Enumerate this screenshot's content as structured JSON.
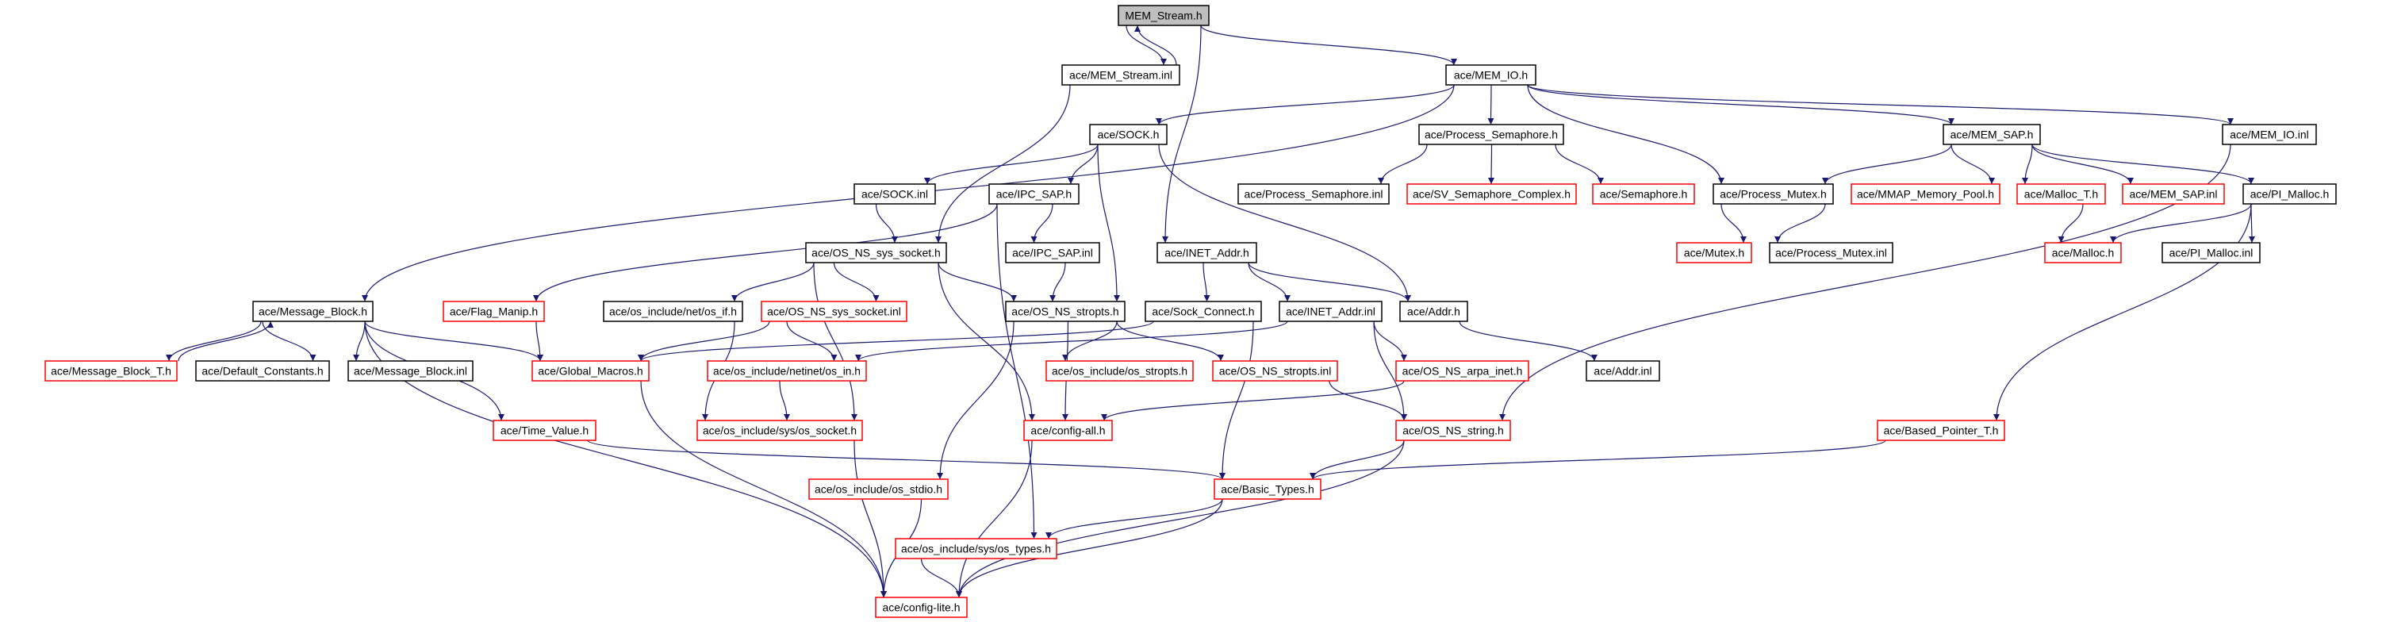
{
  "graph": {
    "edge_color": "#191970",
    "missing_border_color": "#ff0000",
    "root_fill": "#bfbfbf",
    "nodes": [
      {
        "id": "mem_stream_h",
        "label": "MEM_Stream.h",
        "kind": "root"
      },
      {
        "id": "mem_stream_inl",
        "label": "ace/MEM_Stream.inl",
        "kind": "normal"
      },
      {
        "id": "mem_io_h",
        "label": "ace/MEM_IO.h",
        "kind": "normal"
      },
      {
        "id": "sock_h",
        "label": "ace/SOCK.h",
        "kind": "normal"
      },
      {
        "id": "process_semaphore_h",
        "label": "ace/Process_Semaphore.h",
        "kind": "normal"
      },
      {
        "id": "mem_sap_h",
        "label": "ace/MEM_SAP.h",
        "kind": "normal"
      },
      {
        "id": "mem_io_inl",
        "label": "ace/MEM_IO.inl",
        "kind": "normal"
      },
      {
        "id": "sock_inl",
        "label": "ace/SOCK.inl",
        "kind": "normal"
      },
      {
        "id": "ipc_sap_h",
        "label": "ace/IPC_SAP.h",
        "kind": "normal"
      },
      {
        "id": "process_semaphore_inl",
        "label": "ace/Process_Semaphore.inl",
        "kind": "normal"
      },
      {
        "id": "sv_semaphore_complex_h",
        "label": "ace/SV_Semaphore_Complex.h",
        "kind": "missing"
      },
      {
        "id": "semaphore_h",
        "label": "ace/Semaphore.h",
        "kind": "missing"
      },
      {
        "id": "process_mutex_h",
        "label": "ace/Process_Mutex.h",
        "kind": "normal"
      },
      {
        "id": "mmap_memory_pool_h",
        "label": "ace/MMAP_Memory_Pool.h",
        "kind": "missing"
      },
      {
        "id": "malloc_t_h",
        "label": "ace/Malloc_T.h",
        "kind": "missing"
      },
      {
        "id": "mem_sap_inl",
        "label": "ace/MEM_SAP.inl",
        "kind": "missing"
      },
      {
        "id": "pi_malloc_h",
        "label": "ace/PI_Malloc.h",
        "kind": "normal"
      },
      {
        "id": "os_ns_sys_socket_h",
        "label": "ace/OS_NS_sys_socket.h",
        "kind": "normal"
      },
      {
        "id": "ipc_sap_inl",
        "label": "ace/IPC_SAP.inl",
        "kind": "normal"
      },
      {
        "id": "inet_addr_h",
        "label": "ace/INET_Addr.h",
        "kind": "normal"
      },
      {
        "id": "mutex_h",
        "label": "ace/Mutex.h",
        "kind": "missing"
      },
      {
        "id": "process_mutex_inl",
        "label": "ace/Process_Mutex.inl",
        "kind": "normal"
      },
      {
        "id": "malloc_h",
        "label": "ace/Malloc.h",
        "kind": "missing"
      },
      {
        "id": "pi_malloc_inl",
        "label": "ace/PI_Malloc.inl",
        "kind": "normal"
      },
      {
        "id": "message_block_h",
        "label": "ace/Message_Block.h",
        "kind": "normal"
      },
      {
        "id": "flag_manip_h",
        "label": "ace/Flag_Manip.h",
        "kind": "missing"
      },
      {
        "id": "os_if_h",
        "label": "ace/os_include/net/os_if.h",
        "kind": "normal"
      },
      {
        "id": "os_ns_sys_socket_inl",
        "label": "ace/OS_NS_sys_socket.inl",
        "kind": "missing"
      },
      {
        "id": "os_ns_stropts_h",
        "label": "ace/OS_NS_stropts.h",
        "kind": "normal"
      },
      {
        "id": "sock_connect_h",
        "label": "ace/Sock_Connect.h",
        "kind": "normal"
      },
      {
        "id": "inet_addr_inl",
        "label": "ace/INET_Addr.inl",
        "kind": "normal"
      },
      {
        "id": "addr_h",
        "label": "ace/Addr.h",
        "kind": "normal"
      },
      {
        "id": "message_block_t_h",
        "label": "ace/Message_Block_T.h",
        "kind": "missing"
      },
      {
        "id": "default_constants_h",
        "label": "ace/Default_Constants.h",
        "kind": "normal"
      },
      {
        "id": "message_block_inl",
        "label": "ace/Message_Block.inl",
        "kind": "normal"
      },
      {
        "id": "global_macros_h",
        "label": "ace/Global_Macros.h",
        "kind": "missing"
      },
      {
        "id": "os_in_h",
        "label": "ace/os_include/netinet/os_in.h",
        "kind": "missing"
      },
      {
        "id": "os_stropts_h",
        "label": "ace/os_include/os_stropts.h",
        "kind": "missing"
      },
      {
        "id": "os_ns_stropts_inl",
        "label": "ace/OS_NS_stropts.inl",
        "kind": "missing"
      },
      {
        "id": "os_ns_arpa_inet_h",
        "label": "ace/OS_NS_arpa_inet.h",
        "kind": "missing"
      },
      {
        "id": "addr_inl",
        "label": "ace/Addr.inl",
        "kind": "normal"
      },
      {
        "id": "time_value_h",
        "label": "ace/Time_Value.h",
        "kind": "missing"
      },
      {
        "id": "os_socket_h",
        "label": "ace/os_include/sys/os_socket.h",
        "kind": "missing"
      },
      {
        "id": "config_all_h",
        "label": "ace/config-all.h",
        "kind": "missing"
      },
      {
        "id": "os_ns_string_h",
        "label": "ace/OS_NS_string.h",
        "kind": "missing"
      },
      {
        "id": "based_pointer_t_h",
        "label": "ace/Based_Pointer_T.h",
        "kind": "missing"
      },
      {
        "id": "os_stdio_h",
        "label": "ace/os_include/os_stdio.h",
        "kind": "missing"
      },
      {
        "id": "basic_types_h",
        "label": "ace/Basic_Types.h",
        "kind": "missing"
      },
      {
        "id": "os_types_h",
        "label": "ace/os_include/sys/os_types.h",
        "kind": "missing"
      },
      {
        "id": "config_lite_h",
        "label": "ace/config-lite.h",
        "kind": "missing"
      }
    ],
    "edges": [
      [
        "mem_stream_h",
        "mem_stream_inl"
      ],
      [
        "mem_stream_inl",
        "mem_stream_h"
      ],
      [
        "mem_stream_h",
        "mem_io_h"
      ],
      [
        "mem_stream_h",
        "inet_addr_h"
      ],
      [
        "mem_stream_inl",
        "os_ns_sys_socket_h"
      ],
      [
        "mem_io_h",
        "sock_h"
      ],
      [
        "mem_io_h",
        "message_block_h"
      ],
      [
        "mem_io_h",
        "process_semaphore_h"
      ],
      [
        "mem_io_h",
        "mem_sap_h"
      ],
      [
        "mem_io_h",
        "mem_io_inl"
      ],
      [
        "mem_io_h",
        "process_mutex_h"
      ],
      [
        "sock_h",
        "sock_inl"
      ],
      [
        "sock_h",
        "ipc_sap_h"
      ],
      [
        "sock_h",
        "os_ns_stropts_h"
      ],
      [
        "sock_h",
        "addr_h"
      ],
      [
        "process_semaphore_h",
        "process_semaphore_inl"
      ],
      [
        "process_semaphore_h",
        "sv_semaphore_complex_h"
      ],
      [
        "process_semaphore_h",
        "semaphore_h"
      ],
      [
        "mem_sap_h",
        "process_mutex_h"
      ],
      [
        "mem_sap_h",
        "mmap_memory_pool_h"
      ],
      [
        "mem_sap_h",
        "malloc_t_h"
      ],
      [
        "mem_sap_h",
        "mem_sap_inl"
      ],
      [
        "mem_sap_h",
        "pi_malloc_h"
      ],
      [
        "mem_io_inl",
        "os_ns_string_h"
      ],
      [
        "sock_inl",
        "os_ns_sys_socket_h"
      ],
      [
        "ipc_sap_h",
        "ipc_sap_inl"
      ],
      [
        "ipc_sap_h",
        "os_types_h"
      ],
      [
        "ipc_sap_h",
        "flag_manip_h"
      ],
      [
        "ipc_sap_inl",
        "os_ns_stropts_h"
      ],
      [
        "os_ns_sys_socket_h",
        "os_if_h"
      ],
      [
        "os_ns_sys_socket_h",
        "os_ns_sys_socket_inl"
      ],
      [
        "os_ns_sys_socket_h",
        "os_ns_stropts_h"
      ],
      [
        "os_ns_sys_socket_h",
        "os_socket_h"
      ],
      [
        "os_ns_sys_socket_h",
        "config_all_h"
      ],
      [
        "process_mutex_h",
        "mutex_h"
      ],
      [
        "process_mutex_h",
        "process_mutex_inl"
      ],
      [
        "malloc_t_h",
        "malloc_h"
      ],
      [
        "pi_malloc_h",
        "malloc_h"
      ],
      [
        "pi_malloc_h",
        "pi_malloc_inl"
      ],
      [
        "pi_malloc_h",
        "based_pointer_t_h"
      ],
      [
        "inet_addr_h",
        "sock_connect_h"
      ],
      [
        "inet_addr_h",
        "inet_addr_inl"
      ],
      [
        "inet_addr_h",
        "addr_h"
      ],
      [
        "message_block_h",
        "message_block_t_h"
      ],
      [
        "message_block_t_h",
        "message_block_h"
      ],
      [
        "message_block_h",
        "default_constants_h"
      ],
      [
        "message_block_h",
        "message_block_inl"
      ],
      [
        "message_block_h",
        "global_macros_h"
      ],
      [
        "message_block_h",
        "time_value_h"
      ],
      [
        "message_block_h",
        "config_lite_h"
      ],
      [
        "flag_manip_h",
        "global_macros_h"
      ],
      [
        "os_ns_sys_socket_inl",
        "global_macros_h"
      ],
      [
        "os_ns_sys_socket_inl",
        "os_in_h"
      ],
      [
        "os_ns_stropts_h",
        "os_stropts_h"
      ],
      [
        "os_ns_stropts_h",
        "os_ns_stropts_inl"
      ],
      [
        "os_ns_stropts_h",
        "config_all_h"
      ],
      [
        "os_ns_stropts_h",
        "os_stdio_h"
      ],
      [
        "sock_connect_h",
        "global_macros_h"
      ],
      [
        "sock_connect_h",
        "basic_types_h"
      ],
      [
        "inet_addr_inl",
        "os_in_h"
      ],
      [
        "inet_addr_inl",
        "os_ns_arpa_inet_h"
      ],
      [
        "inet_addr_inl",
        "os_ns_string_h"
      ],
      [
        "addr_h",
        "addr_inl"
      ],
      [
        "global_macros_h",
        "config_lite_h"
      ],
      [
        "os_in_h",
        "os_socket_h"
      ],
      [
        "os_socket_h",
        "config_lite_h"
      ],
      [
        "os_if_h",
        "os_socket_h"
      ],
      [
        "os_ns_stropts_inl",
        "os_ns_string_h"
      ],
      [
        "os_ns_arpa_inet_h",
        "config_all_h"
      ],
      [
        "time_value_h",
        "basic_types_h"
      ],
      [
        "config_all_h",
        "config_lite_h"
      ],
      [
        "os_ns_string_h",
        "basic_types_h"
      ],
      [
        "os_ns_string_h",
        "config_lite_h"
      ],
      [
        "based_pointer_t_h",
        "basic_types_h"
      ],
      [
        "os_stdio_h",
        "config_lite_h"
      ],
      [
        "basic_types_h",
        "os_types_h"
      ],
      [
        "basic_types_h",
        "config_lite_h"
      ],
      [
        "os_types_h",
        "config_lite_h"
      ]
    ]
  }
}
